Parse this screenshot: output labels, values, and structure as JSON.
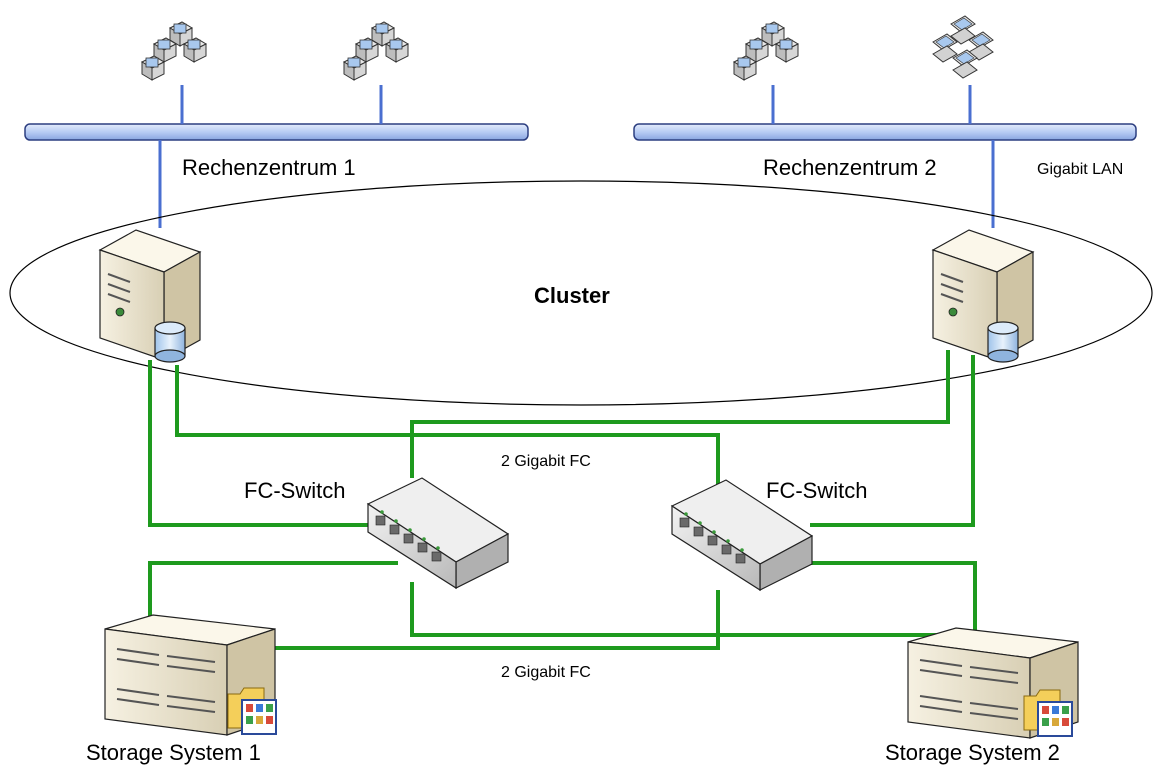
{
  "labels": {
    "datacenter_1": "Rechenzentrum 1",
    "datacenter_2": "Rechenzentrum 2",
    "lan": "Gigabit LAN",
    "cluster": "Cluster",
    "fc_switch_left": "FC-Switch",
    "fc_switch_right": "FC-Switch",
    "fc_link_top": "2 Gigabit FC",
    "fc_link_bottom": "2 Gigabit FC",
    "storage_1": "Storage System 1",
    "storage_2": "Storage System 2"
  },
  "colors": {
    "lan_line": "#4a6fd0",
    "lan_bus_fill": "#b8ccf4",
    "fc_line": "#1e9a1e"
  },
  "icons": [
    "workstation-group-icon",
    "laptop-group-icon",
    "server-tower-icon",
    "database-icon",
    "fc-switch-icon",
    "storage-array-icon",
    "folder-icon"
  ]
}
